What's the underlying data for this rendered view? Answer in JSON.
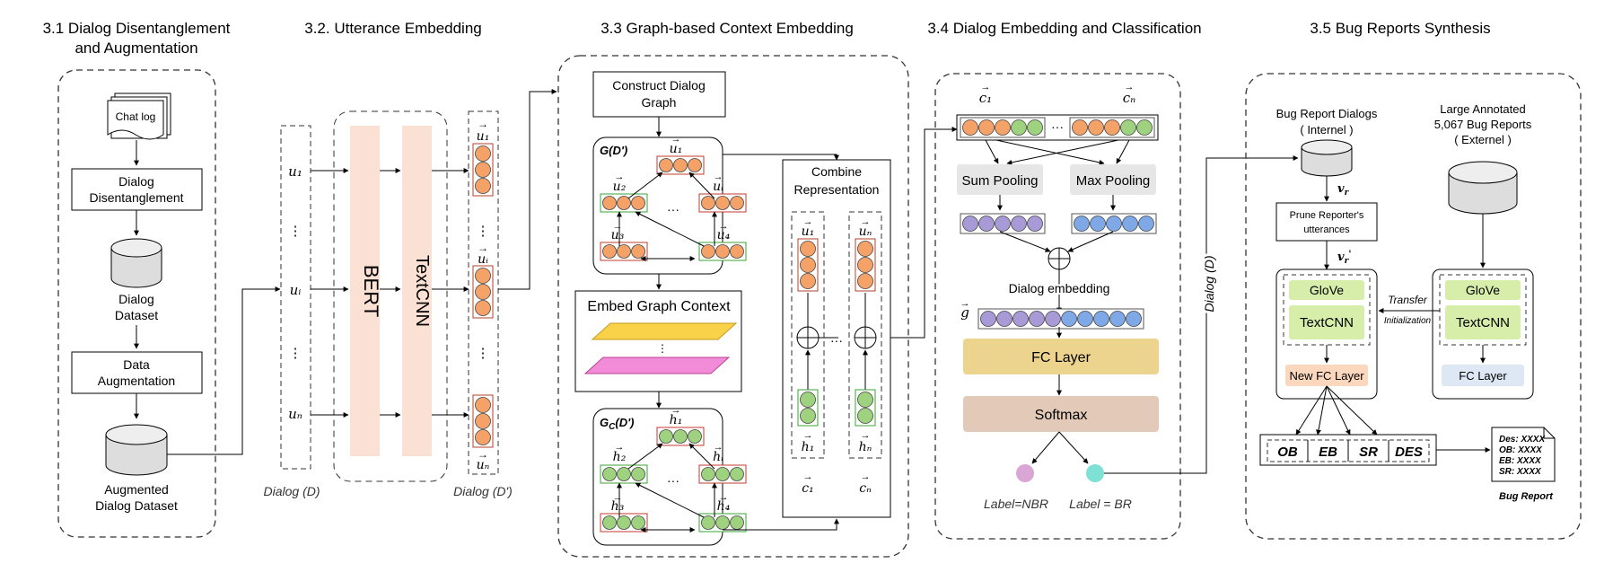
{
  "sections": {
    "s31_line1": "3.1 Dialog Disentanglement",
    "s31_line2": "and Augmentation",
    "s32": "3.2. Utterance Embedding",
    "s33": "3.3 Graph-based Context Embedding",
    "s34": "3.4 Dialog Embedding and Classification",
    "s35": "3.5 Bug Reports Synthesis"
  },
  "panel31": {
    "chat_log": "Chat log",
    "disent_line1": "Dialog",
    "disent_line2": "Disentanglement",
    "dataset_line1": "Dialog",
    "dataset_line2": "Dataset",
    "augment_line1": "Data",
    "augment_line2": "Augmentation",
    "augmented_line1": "Augmented",
    "augmented_line2": "Dialog Dataset"
  },
  "panel32": {
    "u1": "u₁",
    "ui": "uᵢ",
    "un": "uₙ",
    "vdots": "⋮",
    "bert": "BERT",
    "textcnn": "TextCNN",
    "dialog_d": "Dialog (D)",
    "dialog_d_prime": "Dialog (D')",
    "vec_u1": "u₁",
    "vec_ui": "uᵢ",
    "vec_un": "uₙ"
  },
  "panel33": {
    "construct_line1": "Construct Dialog",
    "construct_line2": "Graph",
    "graph_label": "G(D')",
    "g_u1": "u₁",
    "g_u2": "u₂",
    "g_ui": "uᵢ",
    "g_u3": "u₃",
    "g_u4": "u₄",
    "dots": "···",
    "embed_context": "Embed Graph Context",
    "gc_label": "G",
    "gc_sub": "C",
    "gc_rest": "(D')",
    "h1": "h₁",
    "h2": "h₂",
    "hi": "hᵢ",
    "h3": "h₃",
    "h4": "h₄",
    "hn": "hₙ",
    "combine_line1": "Combine",
    "combine_line2": "Representation",
    "c_u1": "u₁",
    "c_un": "uₙ",
    "c_h1": "h₁",
    "c_hn": "hₙ",
    "c1": "c₁",
    "cn": "cₙ"
  },
  "panel34": {
    "vec_c1": "c₁",
    "vec_cn": "cₙ",
    "sum_pooling": "Sum Pooling",
    "max_pooling": "Max Pooling",
    "dialog_embedding": "Dialog embedding",
    "vec_g": "g",
    "fc_layer": "FC Layer",
    "softmax": "Softmax",
    "label_nbr": "Label=NBR",
    "label_br": "Label = BR",
    "dialog_d_side": "Dialog (D)"
  },
  "panel35": {
    "bug_dialogs_line1": "Bug Report Dialogs",
    "bug_dialogs_line2": "( Internel )",
    "large_line1": "Large Annotated",
    "large_line2": "5,067 Bug Reports",
    "large_line3": "( Externel )",
    "vr": "v",
    "vr_sub": "r",
    "vr_prime": "'",
    "prune_line1": "Prune Reporter's",
    "prune_line2": "utterances",
    "glove": "GloVe",
    "textcnn": "TextCNN",
    "new_fc": "New FC Layer",
    "fc_layer": "FC Layer",
    "transfer": "Transfer",
    "initialization": "Initialization",
    "fields": [
      "OB",
      "EB",
      "SR",
      "DES"
    ],
    "report_lines": [
      "Des: XXXX",
      "OB: XXXX",
      "EB: XXXX",
      "SR: XXXX"
    ],
    "bug_report": "Bug Report"
  },
  "colors": {
    "orange": "#f4a268",
    "green": "#9ed27f",
    "purple": "#a89ad6",
    "blue": "#7fa8e6",
    "pink_bar": "#fbe1d3",
    "fc_yellow": "#ecd48f",
    "softmax_tan": "#e3c9b7",
    "glove_green": "#d6eeaa",
    "new_fc_peach": "#fbd7bd",
    "fc_blue": "#dde8f4",
    "label_pink": "#d9a6d6",
    "label_teal": "#7fe0d5"
  }
}
